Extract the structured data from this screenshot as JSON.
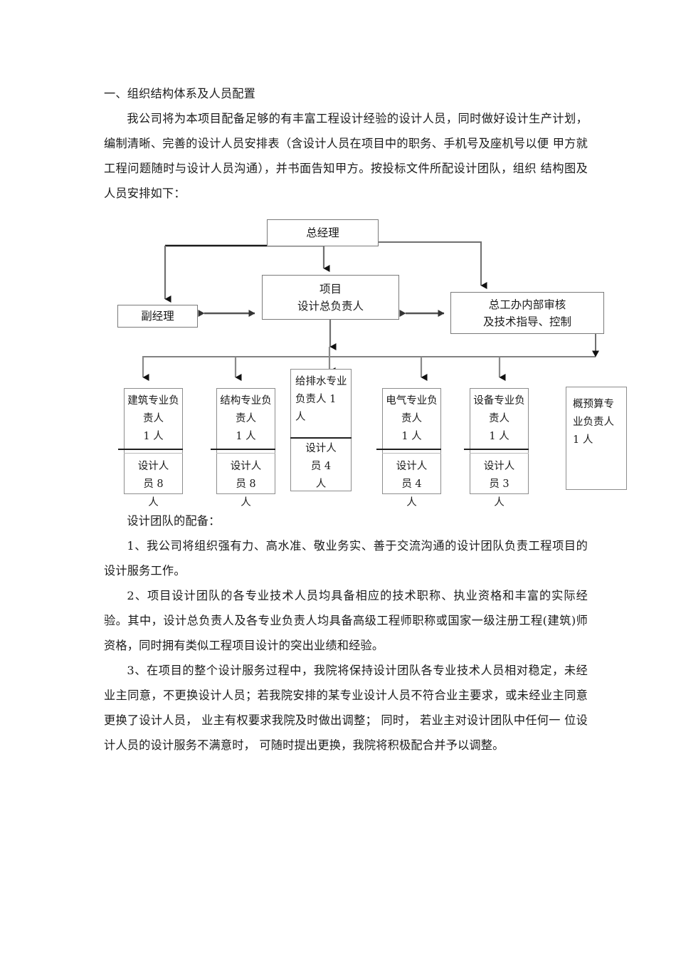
{
  "document": {
    "heading": "一、组织结构体系及人员配置",
    "intro": "我公司将为本项目配备足够的有丰富工程设计经验的设计人员，同时做好设计生产计划，编制清晰、完善的设计人员安排表（含设计人员在项目中的职务、手机号及座机号以便 甲方就工程问题随时与设计人员沟通），并书面告知甲方。按投标文件所配设计团队，组织 结构图及人员安排如下：",
    "team_label": "设计团队的配备：",
    "item1": "1、我公司将组织强有力、高水准、敬业务实、善于交流沟通的设计团队负责工程项目的设计服务工作。",
    "item2": "2、项目设计团队的各专业技术人员均具备相应的技术职称、执业资格和丰富的实际经验。其中，设计总负责人及各专业负责人均具备高级工程师职称或国家一级注册工程(建筑)师资格，同时拥有类似工程项目设计的突出业绩和经验。",
    "item3": "3、在项目的整个设计服务过程中，我院将保持设计团队各专业技术人员相对稳定，未经业主同意，不更换设计人员；若我院安排的某专业设计人员不符合业主要求，或未经业主同意更换了设计人员， 业主有权要求我院及时做出调整； 同时， 若业主对设计团队中任何一 位设计人员的设计服务不满意时， 可随时提出更换，我院将积极配合并予以调整。"
  },
  "org_chart": {
    "general_manager": "总经理",
    "deputy_manager": "副经理",
    "project_lead_line1": "项目",
    "project_lead_line2": "设计总负责人",
    "chief_office_line1": "总工办内部审核",
    "chief_office_line2": "及技术指导、控制",
    "disciplines": [
      {
        "head_line1": "建筑专业负",
        "head_line2": "责人",
        "head_line3": "1 人",
        "sub_line1": "设计人",
        "sub_line2": "员 8",
        "sub_line3": "人"
      },
      {
        "head_line1": "结构专业负",
        "head_line2": "责人",
        "head_line3": "1 人",
        "sub_line1": "设计人",
        "sub_line2": "员 8",
        "sub_line3": "人"
      },
      {
        "head_line1": "给排水专业",
        "head_line2": "负责人 1",
        "head_line3": "人",
        "sub_line1": "设计人",
        "sub_line2": "员 4",
        "sub_line3": "人"
      },
      {
        "head_line1": "电气专业负",
        "head_line2": "责人",
        "head_line3": "1 人",
        "sub_line1": "设计人",
        "sub_line2": "员 4",
        "sub_line3": "人"
      },
      {
        "head_line1": "设备专业负",
        "head_line2": "责人",
        "head_line3": "1 人",
        "sub_line1": "设计人",
        "sub_line2": "员 3",
        "sub_line3": "人"
      },
      {
        "head_line1": "概预算专",
        "head_line2": "业负责人",
        "head_line3": "1 人",
        "sub_line1": "",
        "sub_line2": "",
        "sub_line3": ""
      }
    ],
    "colors": {
      "line": "#606060",
      "box_border": "#7a7a7a",
      "text": "#1a1a1a"
    }
  }
}
